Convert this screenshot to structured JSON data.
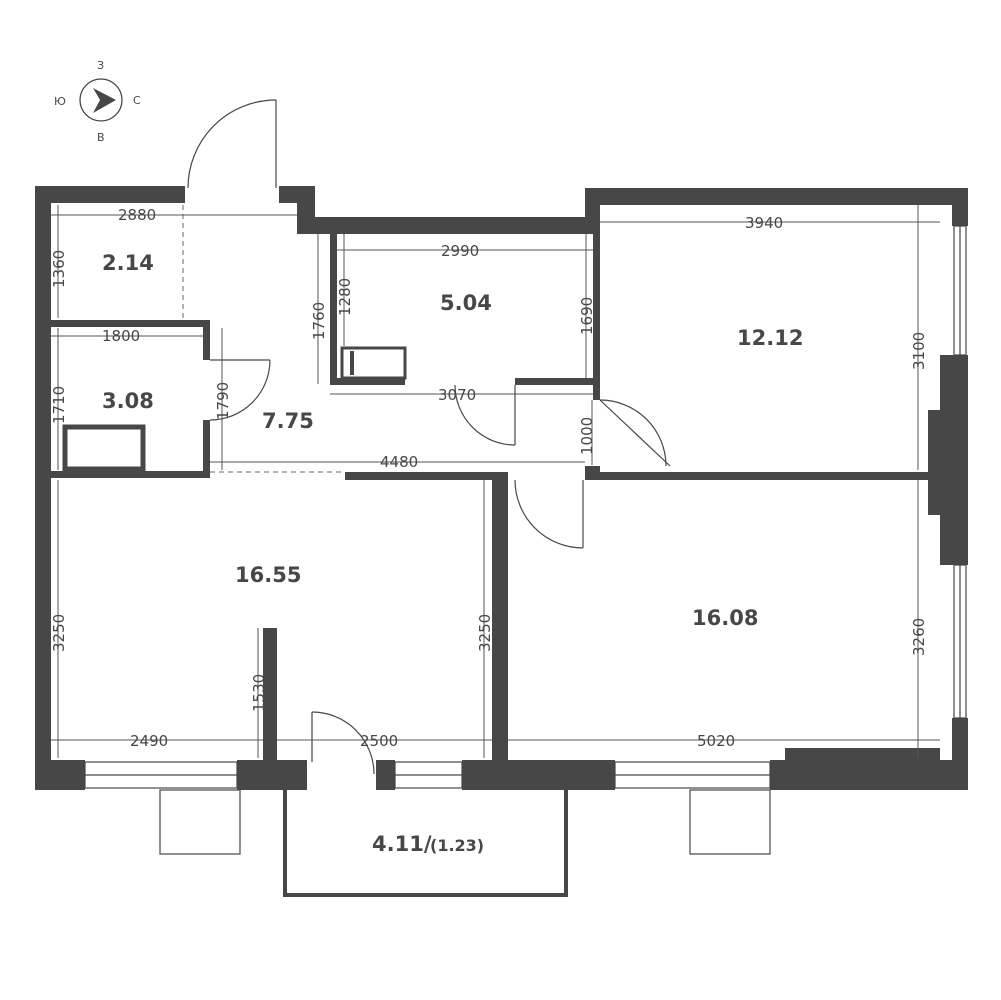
{
  "compass": {
    "north": "С",
    "south": "Ю",
    "west": "З",
    "east": "В"
  },
  "rooms": {
    "storage": "2.14",
    "bathroom_large": "5.04",
    "bathroom_small": "3.08",
    "hall": "7.75",
    "bedroom_top_right": "12.12",
    "living_room": "16.55",
    "bedroom_bottom_right": "16.08",
    "balcony": "4.11/",
    "balcony_reduced": "(1.23)"
  },
  "dimensions": {
    "d2880": "2880",
    "d1360": "1360",
    "d1800": "1800",
    "d1710": "1710",
    "d1790": "1790",
    "d1760": "1760",
    "d1280": "1280",
    "d2990": "2990",
    "d1690": "1690",
    "d3070": "3070",
    "d3940": "3940",
    "d3100": "3100",
    "d1000": "1000",
    "d4480": "4480",
    "d3250_left": "3250",
    "d3250_mid": "3250",
    "d3260": "3260",
    "d1530": "1530",
    "d2490": "2490",
    "d2500": "2500",
    "d5020": "5020"
  },
  "colors": {
    "wall": "#474747"
  }
}
